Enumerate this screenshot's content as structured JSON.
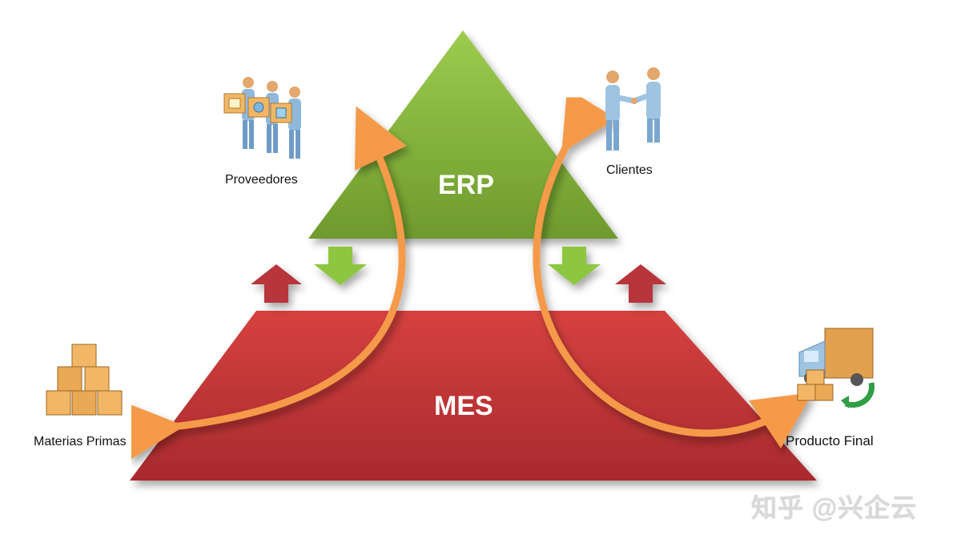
{
  "diagram": {
    "top_label": "ERP",
    "bottom_label": "MES",
    "nodes": {
      "suppliers": "Proveedores",
      "customers": "Clientes",
      "raw_materials": "Materias Primas",
      "final_product": "Producto Final"
    },
    "colors": {
      "erp_green": "#86b83e",
      "mes_red": "#c8373a",
      "flow_orange": "#f59a4a",
      "down_arrow_green": "#8dc63f",
      "up_arrow_red": "#b8353a"
    }
  },
  "watermark": "知乎 @兴企云"
}
